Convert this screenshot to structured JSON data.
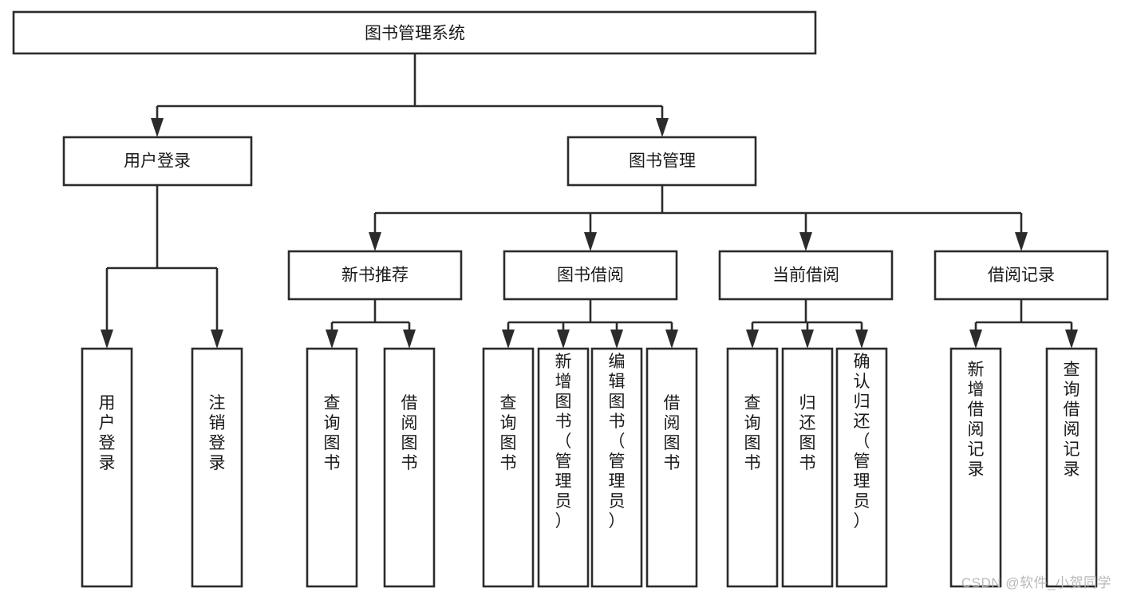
{
  "diagram": {
    "type": "tree-hierarchy-flowchart",
    "orientation": "top-down",
    "background_color": "#ffffff",
    "box_fill_color": "#ffffff",
    "box_stroke_color": "#2b2b2b",
    "text_color": "#1a1a1a",
    "root": {
      "id": "root",
      "label": "图书管理系统"
    },
    "level2": [
      {
        "id": "user-login",
        "label": "用户登录"
      },
      {
        "id": "book-manage",
        "label": "图书管理"
      }
    ],
    "level3": [
      {
        "id": "new-book-recommend",
        "label": "新书推荐",
        "parent": "book-manage"
      },
      {
        "id": "book-borrow",
        "label": "图书借阅",
        "parent": "book-manage"
      },
      {
        "id": "current-borrow",
        "label": "当前借阅",
        "parent": "book-manage"
      },
      {
        "id": "borrow-record",
        "label": "借阅记录",
        "parent": "book-manage"
      }
    ],
    "leaves": {
      "user-login": [
        {
          "id": "leaf-user-login",
          "label": "用户登录"
        },
        {
          "id": "leaf-user-logout",
          "label": "注销登录"
        }
      ],
      "new-book-recommend": [
        {
          "id": "leaf-query-book-1",
          "label": "查询图书"
        },
        {
          "id": "leaf-borrow-book-1",
          "label": "借阅图书"
        }
      ],
      "book-borrow": [
        {
          "id": "leaf-query-book-2",
          "label": "查询图书"
        },
        {
          "id": "leaf-add-book",
          "label": "新增图书（管理员）"
        },
        {
          "id": "leaf-edit-book",
          "label": "编辑图书（管理员）"
        },
        {
          "id": "leaf-borrow-book-2",
          "label": "借阅图书"
        }
      ],
      "current-borrow": [
        {
          "id": "leaf-query-book-3",
          "label": "查询图书"
        },
        {
          "id": "leaf-return-book",
          "label": "归还图书"
        },
        {
          "id": "leaf-confirm-return",
          "label": "确认归还（管理员）"
        }
      ],
      "borrow-record": [
        {
          "id": "leaf-add-record",
          "label": "新增借阅记录"
        },
        {
          "id": "leaf-query-record",
          "label": "查询借阅记录"
        }
      ]
    }
  },
  "watermark": {
    "text": "CSDN @软件_小贺同学"
  }
}
